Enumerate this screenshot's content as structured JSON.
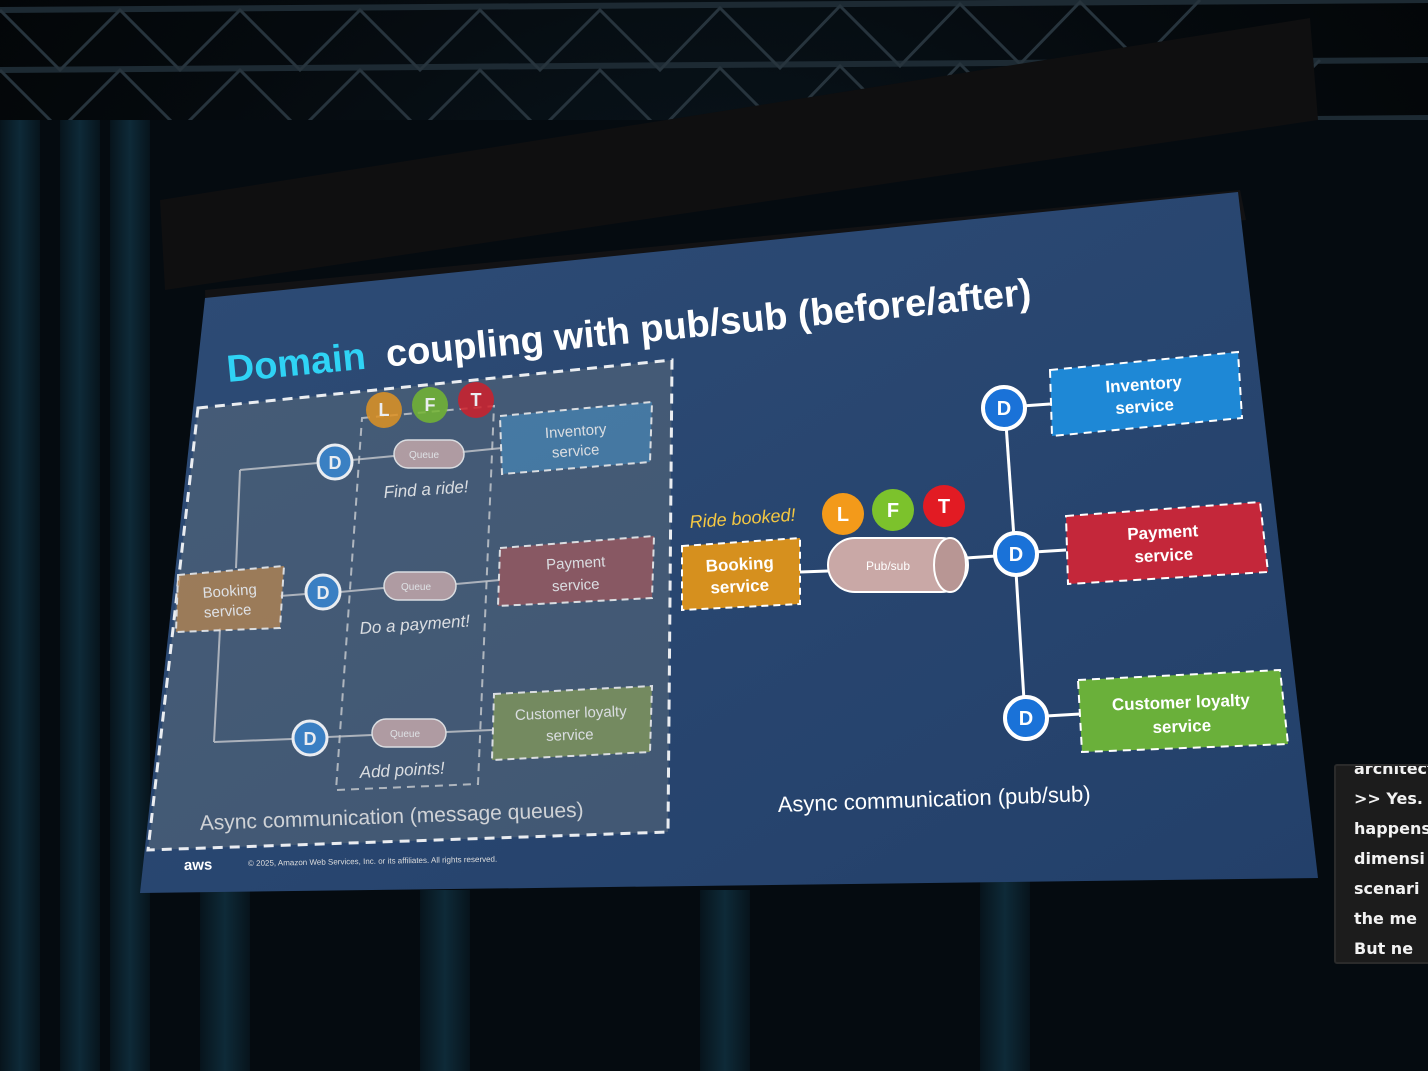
{
  "slide": {
    "title_highlight": "Domain",
    "title_rest": "coupling with pub/sub (before/after)",
    "footer_copyright": "© 2025, Amazon Web Services, Inc. or its affiliates. All rights reserved.",
    "footer_logo": "aws",
    "colors": {
      "background": "#2a4870",
      "highlight": "#2fd3f5",
      "inventory": "#1e88d6",
      "payment": "#c4273a",
      "loyalty": "#6ab03a",
      "booking": "#d6901e",
      "badge_l": "#f39a1a",
      "badge_f": "#7cc22c",
      "badge_t": "#e21b23",
      "domain_node": "#1a72d8"
    }
  },
  "before": {
    "caption": "Async communication (message queues)",
    "booking_label_1": "Booking",
    "booking_label_2": "service",
    "badges": [
      "L",
      "F",
      "T"
    ],
    "domain_marker": "D",
    "queue_label": "Queue",
    "rows": [
      {
        "queue": "Queue",
        "event": "Find a ride!",
        "target_1": "Inventory",
        "target_2": "service"
      },
      {
        "queue": "Queue",
        "event": "Do a payment!",
        "target_1": "Payment",
        "target_2": "service"
      },
      {
        "queue": "Queue",
        "event": "Add points!",
        "target_1": "Customer loyalty",
        "target_2": "service"
      }
    ]
  },
  "after": {
    "caption": "Async communication (pub/sub)",
    "event": "Ride booked!",
    "booking_label_1": "Booking",
    "booking_label_2": "service",
    "pubsub_label": "Pub/sub",
    "badges": [
      "L",
      "F",
      "T"
    ],
    "domain_marker": "D",
    "targets": [
      {
        "line_1": "Inventory",
        "line_2": "service"
      },
      {
        "line_1": "Payment",
        "line_2": "service"
      },
      {
        "line_1": "Customer loyalty",
        "line_2": "service"
      }
    ]
  },
  "captions": {
    "lines": [
      "architectu",
      ">> Yes. S",
      "happens",
      "dimensi",
      "scenari",
      "the me",
      "But ne"
    ]
  }
}
